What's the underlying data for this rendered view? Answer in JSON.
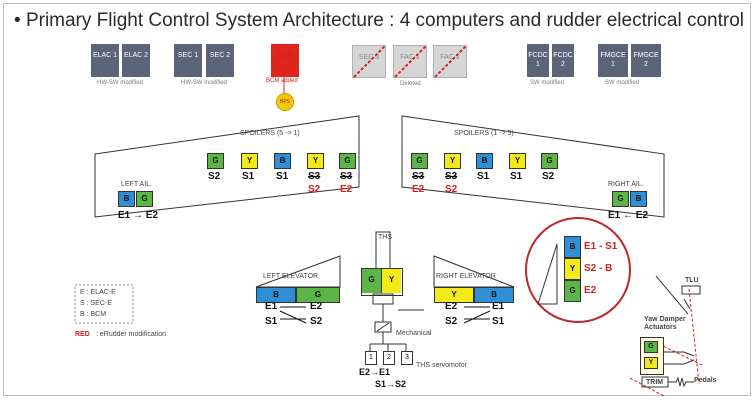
{
  "title": "Primary Flight Control System Architecture : 4 computers and rudder electrical control",
  "bullet": "•",
  "computers": {
    "elac1": "ELAC 1",
    "elac2": "ELAC 2",
    "elac_note": "HW-SW modified",
    "sec1": "SEC 1",
    "sec2": "SEC 2",
    "sec_note": "HW-SW modified",
    "bcm": "BCM",
    "bcm_note": "BCM added",
    "bps": "BPS",
    "sec3": "SEC 3",
    "fac1": "FAC 1",
    "fac2": "FAC 2",
    "deleted_note": "Deleted",
    "fcdc1": "FCDC 1",
    "fcdc2": "FCDC 2",
    "fcdc_note": "SW modified",
    "fmgce1": "FMGCE 1",
    "fmgce2": "FMGCE 2",
    "fmgce_note": "SW modified"
  },
  "left_wing": {
    "spoilers_label": "SPOILERS  (5 -> 1)",
    "spoilers": [
      {
        "color": "G",
        "label": "S2"
      },
      {
        "color": "Y",
        "label": "S1"
      },
      {
        "color": "B",
        "label": "S1"
      },
      {
        "color": "Y",
        "label": "S3",
        "new": "S2"
      },
      {
        "color": "G",
        "label": "S3",
        "new": "E2"
      }
    ],
    "ail_label": "LEFT AIL.",
    "ail_boxes": [
      "B",
      "G"
    ],
    "ail_text": "E1 → E2"
  },
  "right_wing": {
    "spoilers_label": "SPOILERS  (1 -> 5)",
    "spoilers": [
      {
        "color": "G",
        "label": "S3",
        "new": "E2"
      },
      {
        "color": "Y",
        "label": "S3",
        "new": "S2"
      },
      {
        "color": "B",
        "label": "S1"
      },
      {
        "color": "Y",
        "label": "S1"
      },
      {
        "color": "G",
        "label": "S2"
      }
    ],
    "ail_label": "RIGHT AIL.",
    "ail_boxes": [
      "G",
      "B"
    ],
    "ail_text": "E1 ← E2"
  },
  "ths": {
    "label": "THS",
    "boxes": [
      "G",
      "Y"
    ],
    "mechanical": "Mechanical",
    "servomotor": "THS servomotor",
    "motors": [
      "1",
      "2",
      "3"
    ],
    "line1": "E2→E1",
    "line2": "S1→S2"
  },
  "left_elevator": {
    "label": "LEFT ELEVATOR",
    "boxes": [
      "B",
      "G"
    ],
    "r1a": "E1",
    "r1b": "E2",
    "r2a": "S1",
    "r2b": "S2"
  },
  "right_elevator": {
    "label": "RIGHT ELEVATOR",
    "boxes": [
      "Y",
      "B"
    ],
    "r1a": "E2",
    "r1b": "E1",
    "r2a": "S2",
    "r2b": "S1"
  },
  "legend": {
    "e": "E : ELAC-E",
    "s": "S : SEC-E",
    "b": "B : BCM",
    "red": "RED",
    "red_text": ": eRudder modification"
  },
  "rudder": {
    "boxes": [
      "B",
      "Y",
      "G"
    ],
    "l1": "E1 - S1",
    "l2": "S2 - B",
    "l3": "E2"
  },
  "yaw": {
    "tlu": "TLU",
    "damper": "Yaw Damper Actuators",
    "boxes": [
      "G",
      "Y"
    ],
    "trim": "TRIM",
    "pedals": "Pedals"
  },
  "colors": {
    "G": "#5cb547",
    "Y": "#f4ea1a",
    "B": "#2f8fd6",
    "red": "#d42020",
    "computer": "#5c6479",
    "bcm": "#e0241e"
  }
}
